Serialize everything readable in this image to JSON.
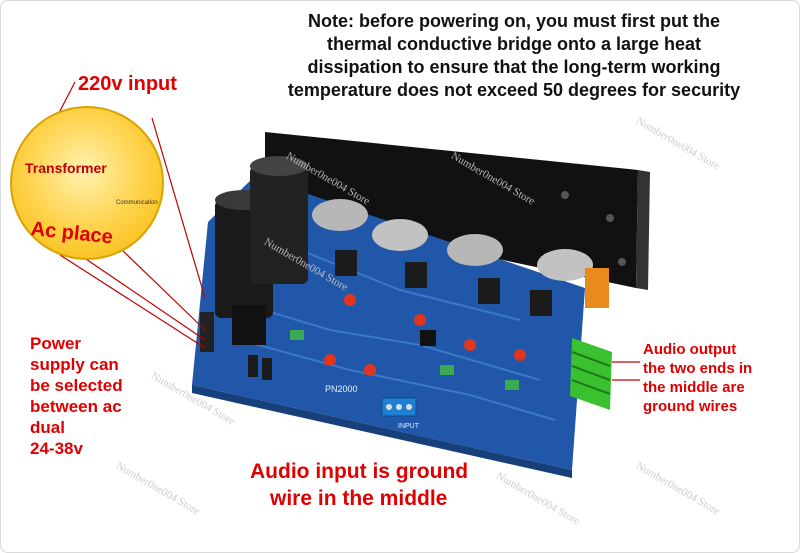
{
  "note": {
    "lines": [
      "Note: before powering on, you must first put the",
      "thermal conductive bridge onto a large heat",
      "dissipation to ensure that the long-term working",
      "temperature does not exceed 50 degrees for security"
    ]
  },
  "labels": {
    "input_220": "220v input",
    "transformer": "Transformer",
    "communication": "Communication",
    "ac_place": "Ac place",
    "power_lines": [
      "Power",
      "supply can",
      "be selected",
      "between ac",
      "dual",
      "24-38v"
    ],
    "audio_output_lines": [
      "Audio output",
      "the two ends in",
      "the middle are",
      "ground wires"
    ],
    "audio_input_lines": [
      "Audio input is ground",
      "wire in the middle"
    ]
  },
  "board": {
    "model": "PN2000",
    "input_marking": "INPUT"
  },
  "watermark": "Number0ne004 Store",
  "colors": {
    "annotation_red": "#e00000",
    "pcb_blue": "#2157a8",
    "terminal_green": "#39c12f"
  }
}
